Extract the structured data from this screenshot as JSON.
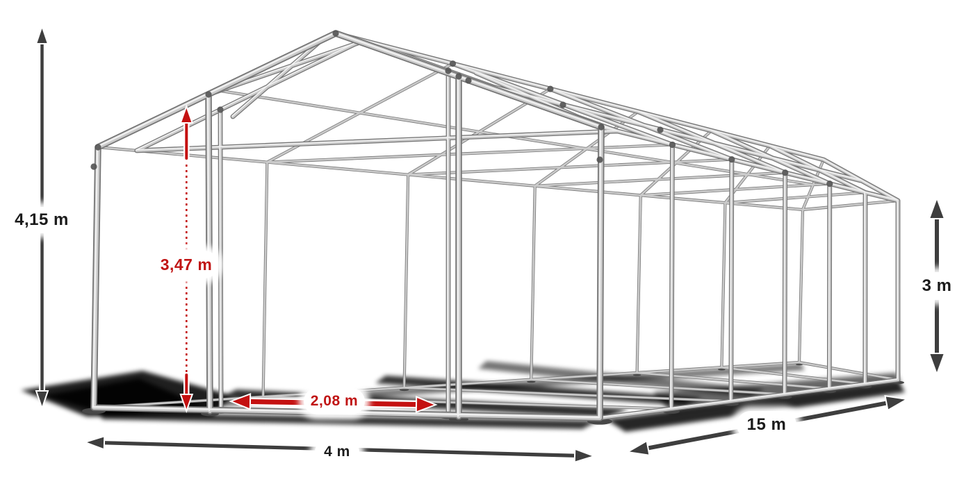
{
  "page": {
    "description": "Steel tent frame construction diagram with dimension arrows"
  },
  "dimensions": {
    "total_height": {
      "label": "4,15 m",
      "style": "dark"
    },
    "inner_height": {
      "label": "3,47 m",
      "style": "red"
    },
    "entrance_width": {
      "label": "2,08 m",
      "style": "red"
    },
    "side_height": {
      "label": "3 m",
      "style": "dark"
    },
    "length": {
      "label": "15 m",
      "style": "dark"
    },
    "width": {
      "label": "4 m",
      "style": "dark"
    }
  },
  "colors": {
    "dimension_dark": "#3e3e3e",
    "dimension_red": "#c41111",
    "label_text_dark": "#1b1b1b",
    "label_text_red": "#c01414",
    "steel_dark": "#777777",
    "steel_light": "#cacaca",
    "steel_highlight": "#efefef",
    "joint": "#565656",
    "shadow": "#000000"
  }
}
